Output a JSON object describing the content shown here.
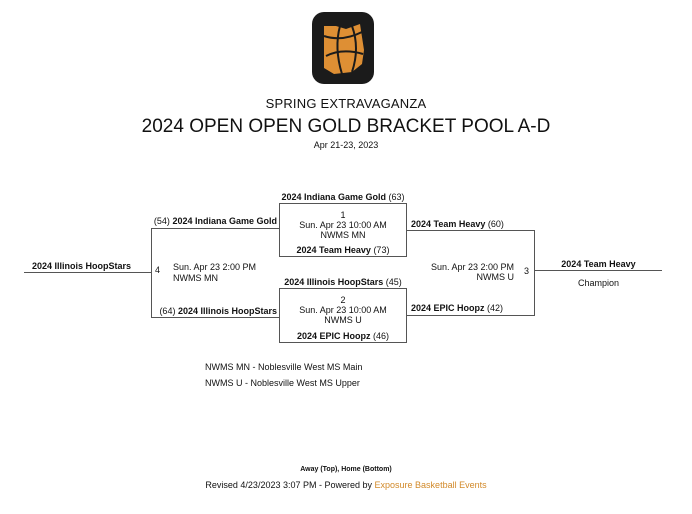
{
  "header": {
    "event_name": "SPRING EXTRAVAGANZA",
    "bracket_title": "2024 OPEN OPEN GOLD BRACKET POOL A-D",
    "dates": "Apr 21-23, 2023"
  },
  "bracket": {
    "semifinal_1": {
      "game_number": "1",
      "datetime": "Sun. Apr 23 10:00 AM",
      "venue": "NWMS MN",
      "top_team": "2024 Indiana Game Gold",
      "top_score": "(63)",
      "bottom_team": "2024 Team Heavy",
      "bottom_score": "(73)"
    },
    "semifinal_2": {
      "game_number": "2",
      "datetime": "Sun. Apr 23 10:00 AM",
      "venue": "NWMS U",
      "top_team": "2024 Illinois HoopStars",
      "top_score": "(45)",
      "bottom_team": "2024 EPIC Hoopz",
      "bottom_score": "(46)"
    },
    "left_game": {
      "game_number": "4",
      "datetime": "Sun. Apr 23 2:00 PM",
      "venue": "NWMS MN",
      "top_seed": "(54)",
      "top_team": "2024 Indiana Game Gold",
      "bottom_seed": "(64)",
      "bottom_team": "2024 Illinois HoopStars",
      "winner": "2024 Illinois HoopStars"
    },
    "right_game": {
      "game_number": "3",
      "datetime": "Sun. Apr 23 2:00 PM",
      "venue": "NWMS U",
      "top_team": "2024 Team Heavy",
      "top_score": "(60)",
      "bottom_team": "2024 EPIC Hoopz",
      "bottom_score": "(42)",
      "winner": "2024 Team Heavy",
      "winner_label": "Champion"
    }
  },
  "legend": {
    "items": [
      "NWMS MN - Noblesville West MS Main",
      "NWMS U - Noblesville West MS Upper"
    ]
  },
  "footer": {
    "note": "Away (Top), Home (Bottom)",
    "revised_text": "Revised 4/23/2023 3:07 PM - Powered by",
    "link_text": "Exposure Basketball Events",
    "link_color": "#d28a2a"
  },
  "logo": {
    "icon": "ohio-basketball-logo-icon"
  }
}
